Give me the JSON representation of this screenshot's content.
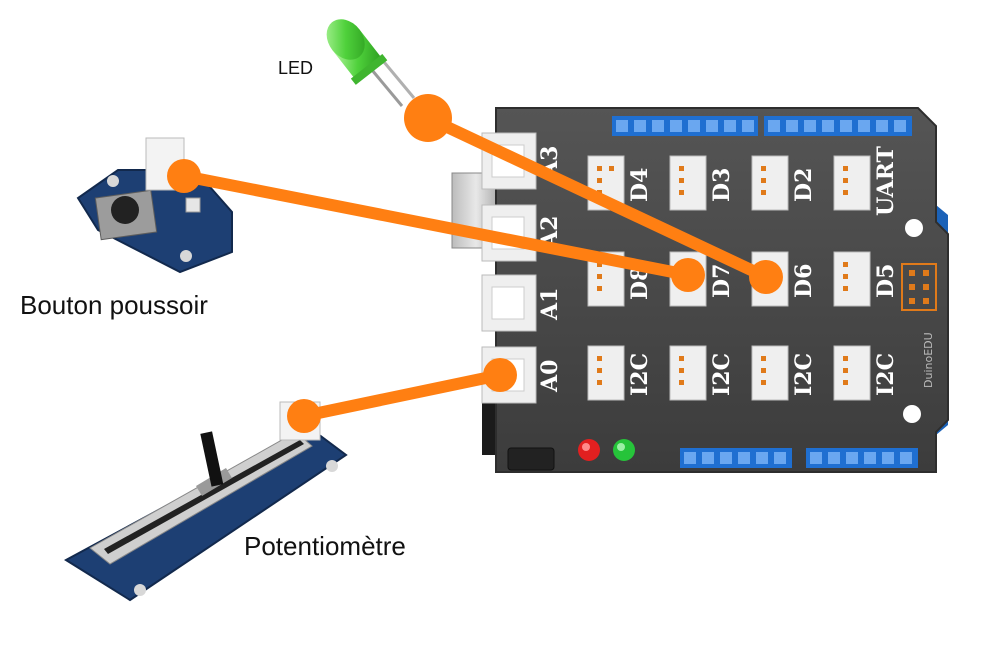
{
  "labels": {
    "led": "LED",
    "button": "Bouton poussoir",
    "potentiometer": "Potentiomètre"
  },
  "board": {
    "brand": "DuinoEDU",
    "ports_top": [
      "D4",
      "D3",
      "D2",
      "UART"
    ],
    "ports_mid": [
      "D7",
      "D6",
      "D5"
    ],
    "ports_i2c": [
      "I2C",
      "I2C",
      "I2C",
      "I2C"
    ],
    "analog": [
      "A3",
      "A2",
      "A1",
      "A0"
    ],
    "d8": "D8"
  },
  "colors": {
    "wire": "#ff7f12",
    "board": "#4a4a4a",
    "pin_blue": "#1f6fd1",
    "module_blue": "#1d3f73",
    "led_green": "#57d14a"
  }
}
